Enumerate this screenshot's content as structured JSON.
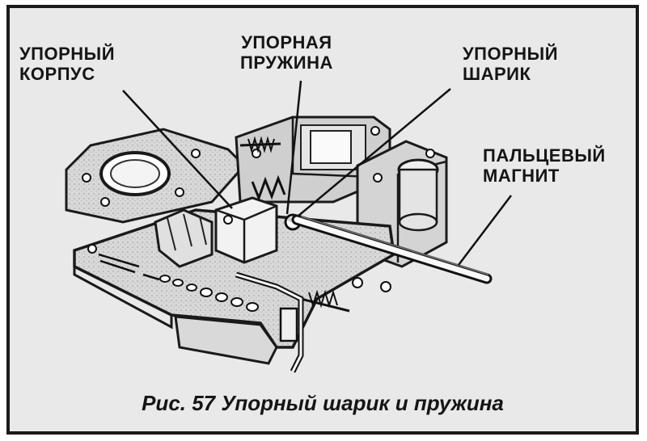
{
  "labels": {
    "stop_housing": {
      "line1": "УПОРНЫЙ",
      "line2": "КОРПУС"
    },
    "stop_spring": {
      "line1": "УПОРНАЯ",
      "line2": "ПРУЖИНА"
    },
    "stop_ball": {
      "line1": "УПОРНЫЙ",
      "line2": "ШАРИК"
    },
    "finger_magnet": {
      "line1": "ПАЛЬЦЕВЫЙ",
      "line2": "МАГНИТ"
    }
  },
  "caption": "Рис. 57 Упорный шарик и пружина"
}
